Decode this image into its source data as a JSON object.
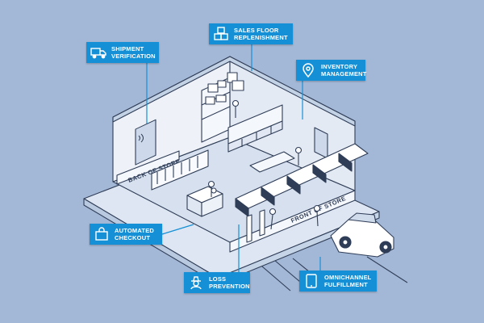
{
  "colors": {
    "background": "#a3b8d6",
    "accent": "#1590d6",
    "outline": "#2f3d57",
    "floor": "#d6e0ee",
    "wall": "#eef2f8"
  },
  "wall_labels": {
    "back": "BACK OF STORE",
    "front": "FRONT OF STORE"
  },
  "callouts": [
    {
      "id": "shipment",
      "icon": "truck-icon",
      "line1": "SHIPMENT",
      "line2": "VERIFICATION"
    },
    {
      "id": "replenishment",
      "icon": "boxes-icon",
      "line1": "SALES FLOOR",
      "line2": "REPLENISHMENT"
    },
    {
      "id": "inventory",
      "icon": "location-pin-icon",
      "line1": "INVENTORY",
      "line2": "MANAGEMENT"
    },
    {
      "id": "checkout",
      "icon": "shopping-bag-icon",
      "line1": "AUTOMATED",
      "line2": "CHECKOUT"
    },
    {
      "id": "loss",
      "icon": "thief-icon",
      "line1": "LOSS",
      "line2": "PREVENTION"
    },
    {
      "id": "omnichannel",
      "icon": "tablet-icon",
      "line1": "OMNICHANNEL",
      "line2": "FULFILLMENT"
    }
  ]
}
